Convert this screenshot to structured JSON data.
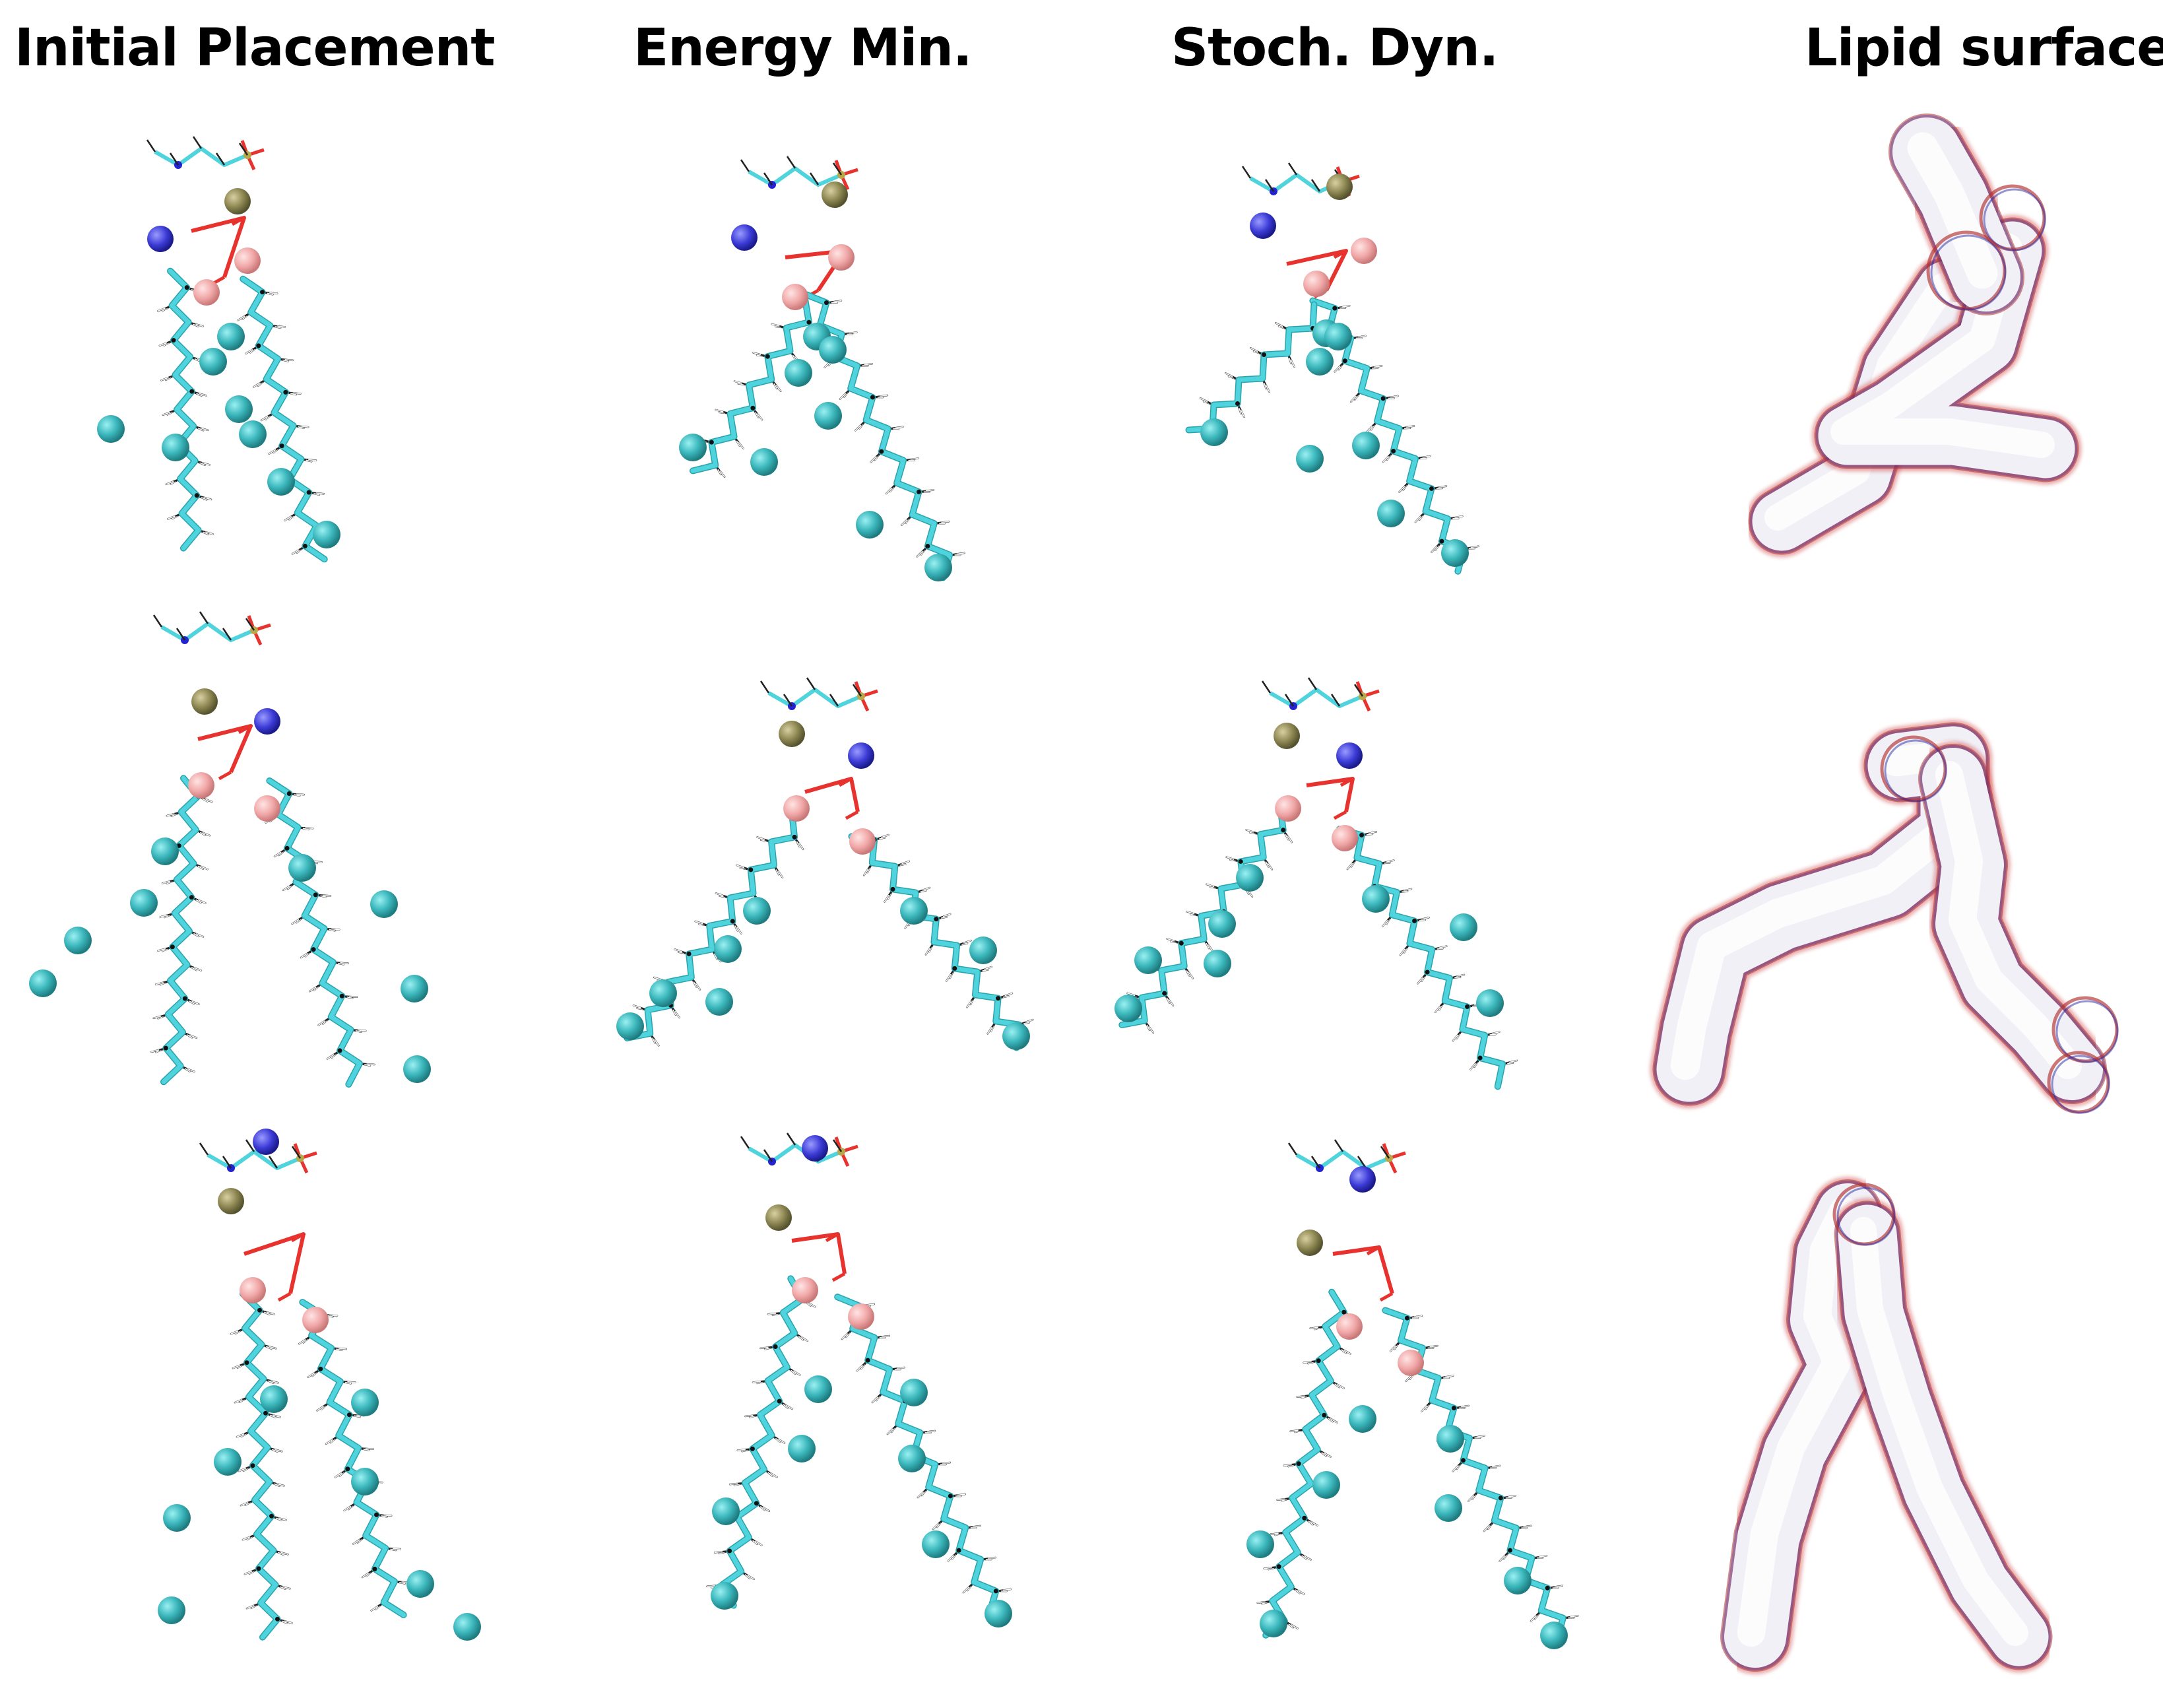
{
  "columns": [
    {
      "title": "Initial Placement"
    },
    {
      "title": "Energy Min."
    },
    {
      "title": "Stoch. Dyn."
    },
    {
      "title": "Lipid surface"
    }
  ],
  "rows": 3,
  "colors": {
    "carbon_bond": "#4fd3dc",
    "hydrogen": "#ffffff",
    "oxygen": "#e8322e",
    "nitrogen": "#2323d0",
    "phosphorus": "#b8a84a",
    "cg_tail_bead": "#3cb8bd",
    "cg_glycerol_bead": "#f0a6a6",
    "cg_choline_bead": "#3b3bd6",
    "cg_phosphate_bead": "#8a8450",
    "surface_fill": "#f1f0f6",
    "surface_edge_red": "#cc2a2a",
    "surface_edge_blue": "#2a2aa8"
  }
}
